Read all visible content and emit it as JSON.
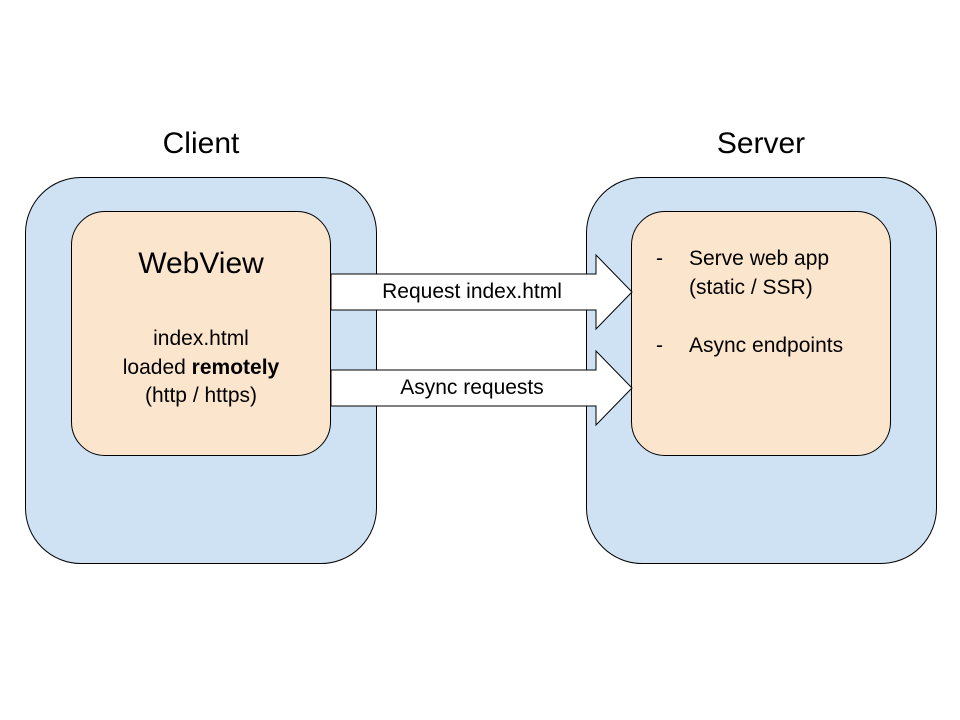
{
  "client": {
    "title": "Client",
    "webview": {
      "title": "WebView",
      "line1": "index.html",
      "line2_prefix": "loaded ",
      "line2_bold": "remotely",
      "line3": "(http / https)"
    }
  },
  "server": {
    "title": "Server",
    "items": [
      {
        "dash": "-",
        "text": "Serve web app\n(static / SSR)"
      },
      {
        "dash": "-",
        "text": "Async endpoints"
      }
    ]
  },
  "arrows": {
    "request_label": "Request index.html",
    "async_label": "Async requests"
  },
  "colors": {
    "outer_fill": "#cfe2f3",
    "inner_fill": "#fce5cd",
    "stroke": "#000000",
    "arrow_fill": "#ffffff"
  }
}
